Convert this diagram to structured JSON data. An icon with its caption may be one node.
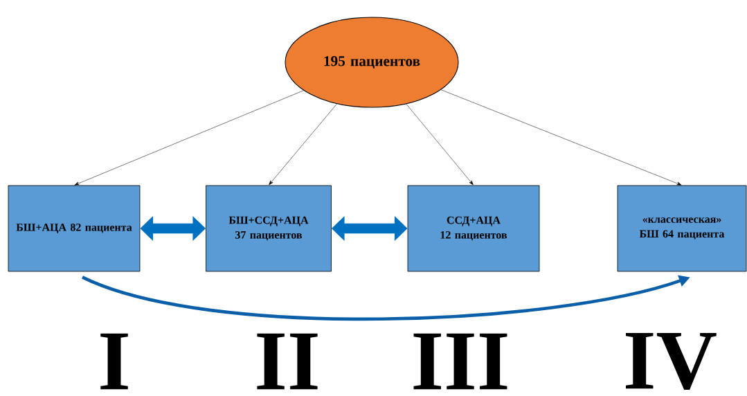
{
  "diagram": {
    "nodes": [
      {
        "text": [
          "195 пациентов"
        ]
      },
      {
        "text": [
          "БШ+АЦА 82 пациента"
        ]
      },
      {
        "text": [
          "БШ+ССД+АЦА 37 пациентов"
        ]
      },
      {
        "text": [
          "ССД+АЦА 12 пациентов"
        ]
      },
      {
        "text": [
          "«классическая» БШ 64 пациента"
        ]
      }
    ],
    "edges": [
      {
        "from": 0,
        "to": 1,
        "arrow": "to"
      },
      {
        "from": 0,
        "to": 2,
        "arrow": "to"
      },
      {
        "from": 0,
        "to": 3,
        "arrow": "to"
      },
      {
        "from": 0,
        "to": 4,
        "arrow": "to"
      },
      {
        "from": 1,
        "to": 2,
        "arrow": "both",
        "style": "thick",
        "color": "#0070c0"
      },
      {
        "from": 2,
        "to": 3,
        "arrow": "both",
        "style": "thick",
        "color": "#0070c0"
      },
      {
        "from": 1,
        "to": 4,
        "arrow": "to",
        "style": "thick",
        "color": "#0a5fa8"
      }
    ],
    "labels": [
      "I",
      "II",
      "III",
      "IV"
    ]
  }
}
